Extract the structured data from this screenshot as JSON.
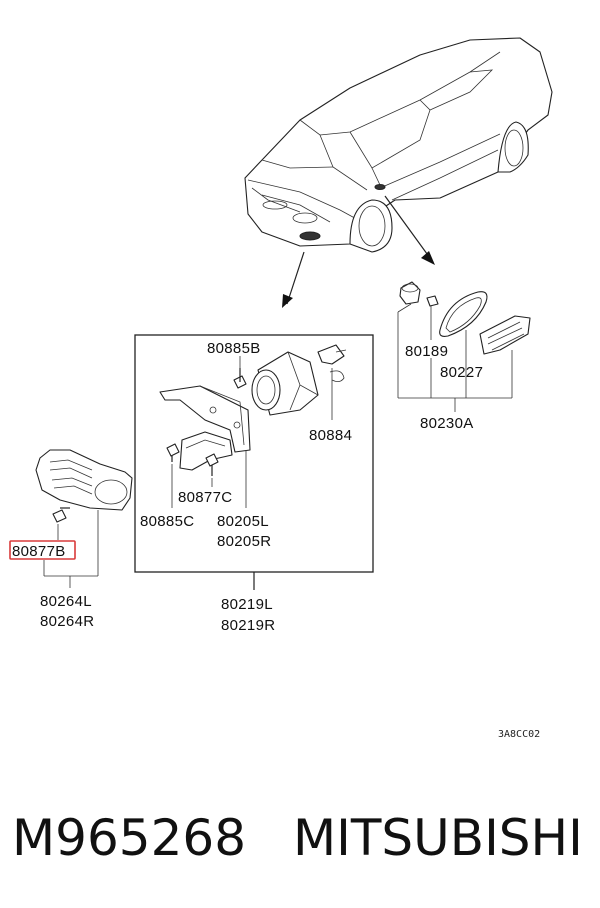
{
  "diagram": {
    "parts": {
      "p80885B": "80885B",
      "p80884": "80884",
      "p80877C": "80877C",
      "p80885C": "80885C",
      "p80205L": "80205L",
      "p80205R": "80205R",
      "p80219L": "80219L",
      "p80219R": "80219R",
      "p80877B": "80877B",
      "p80264L": "80264L",
      "p80264R": "80264R",
      "p80189": "80189",
      "p80227": "80227",
      "p80230A": "80230A"
    },
    "highlighted_part": "80877B",
    "highlight_color": "#d83a3a",
    "drawing_code": "3A8CC02"
  },
  "footer": {
    "part_number": "M965268",
    "brand": "MITSUBISHI"
  }
}
